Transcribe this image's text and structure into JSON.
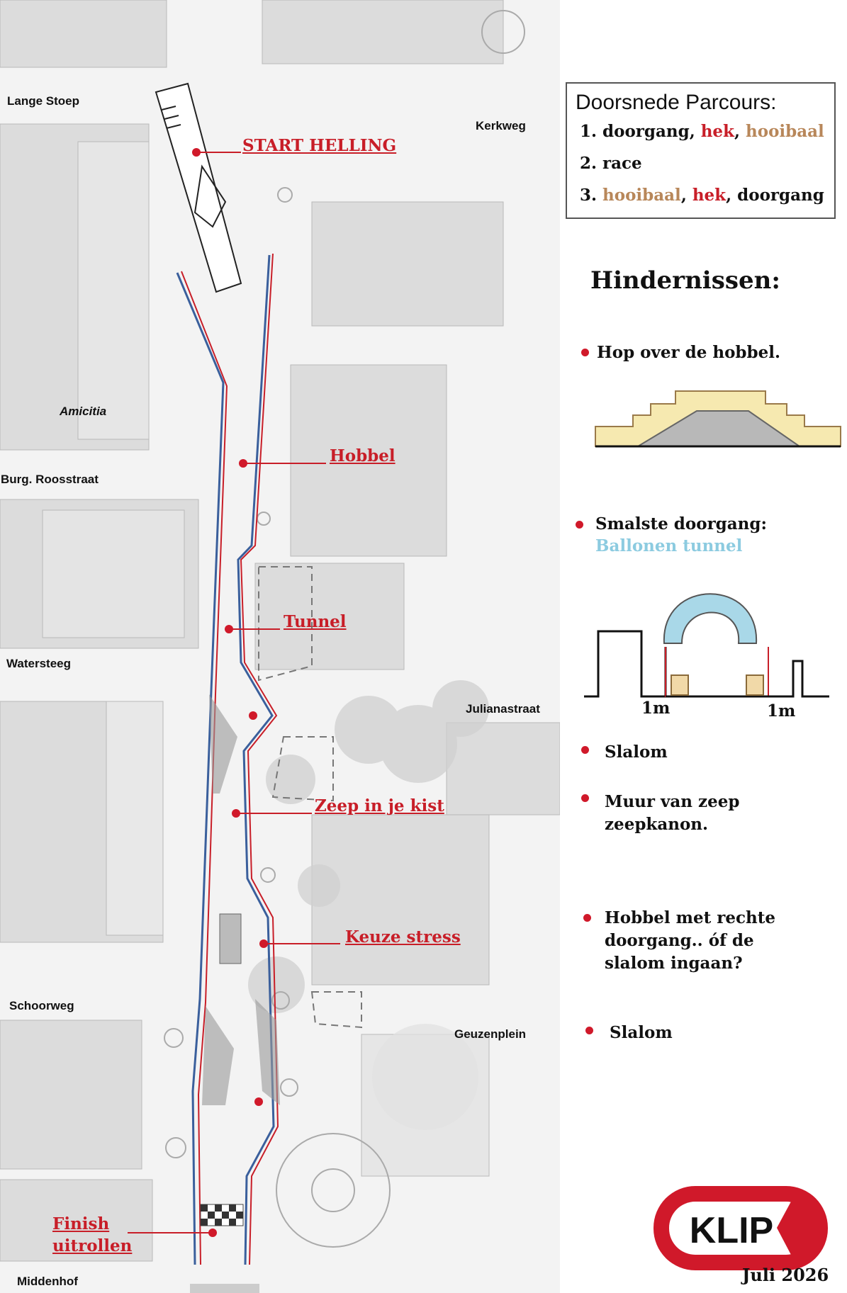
{
  "map": {
    "streets": {
      "lange_stoep": "Lange Stoep",
      "kerkweg": "Kerkweg",
      "amicitia": "Amicitia",
      "burg_roosstraat": "Burg. Roosstraat",
      "watersteeg": "Watersteeg",
      "julianastraat": "Julianastraat",
      "schoorweg": "Schoorweg",
      "geuzenplein": "Geuzenplein",
      "middenhof": "Middenhof"
    },
    "route_labels": {
      "start": "START HELLING",
      "hobbel": "Hobbel",
      "tunnel": "Tunnel",
      "zeep": "Zeep in je kist",
      "keuze": "Keuze stress",
      "finish_line1": "Finish",
      "finish_line2": "uitrollen"
    },
    "colors": {
      "route_red": "#c81e28",
      "route_blue": "#3a5f9c",
      "map_gray": "#dcdcdc"
    }
  },
  "legend": {
    "title": "Doorsnede Parcours:",
    "line1": {
      "num": "1. doorgang, ",
      "hek": "hek",
      "sep": ", ",
      "hooibaal": "hooibaal"
    },
    "line2": {
      "text": "2. race"
    },
    "line3": {
      "num": "3. ",
      "hooibaal": "hooibaal",
      "sep": ", ",
      "hek": "hek",
      "tail": ", doorgang"
    },
    "colors": {
      "hek": "#c81e28",
      "hooibaal": "#b8875a"
    }
  },
  "obstacles": {
    "title": "Hindernissen:",
    "hobbel": "Hop over de hobbel.",
    "doorgang_line1": "Smalste doorgang:",
    "doorgang_line2": "Ballonen tunnel",
    "dim_left": "1m",
    "dim_right": "1m",
    "slalom1": "Slalom",
    "muur_line1": "Muur van zeep",
    "muur_line2": "zeepkanon.",
    "keuze_line1": "Hobbel met rechte",
    "keuze_line2": "doorgang.. óf de",
    "keuze_line3": "slalom ingaan?",
    "slalom2": "Slalom"
  },
  "logo": {
    "text": "KLIP",
    "color": "#d0192a"
  },
  "date": "Juli 2026"
}
